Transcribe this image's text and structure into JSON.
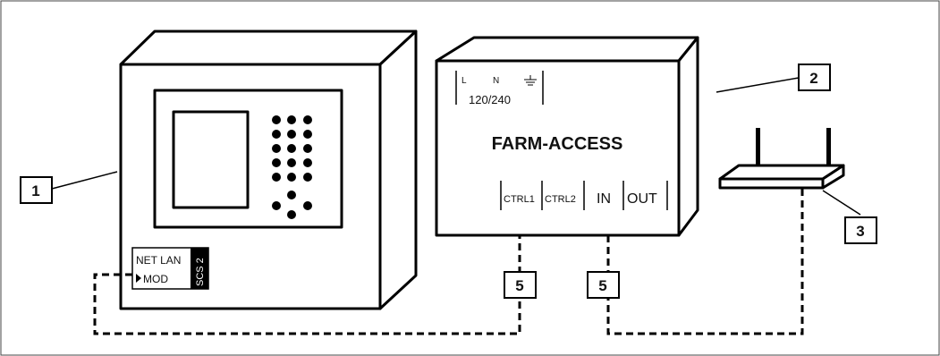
{
  "device_name": "FARM-ACCESS",
  "power_terminals": {
    "line": "L",
    "neutral": "N",
    "voltage": "120/240"
  },
  "ports": {
    "ctrl1": "CTRL1",
    "ctrl2": "CTRL2",
    "in": "IN",
    "out": "OUT"
  },
  "controller_panel": {
    "line1": "NET LAN",
    "line2": "MOD",
    "side_label": "SCS 2"
  },
  "callouts": {
    "c1": "1",
    "c2": "2",
    "c3": "3",
    "c5a": "5",
    "c5b": "5"
  }
}
